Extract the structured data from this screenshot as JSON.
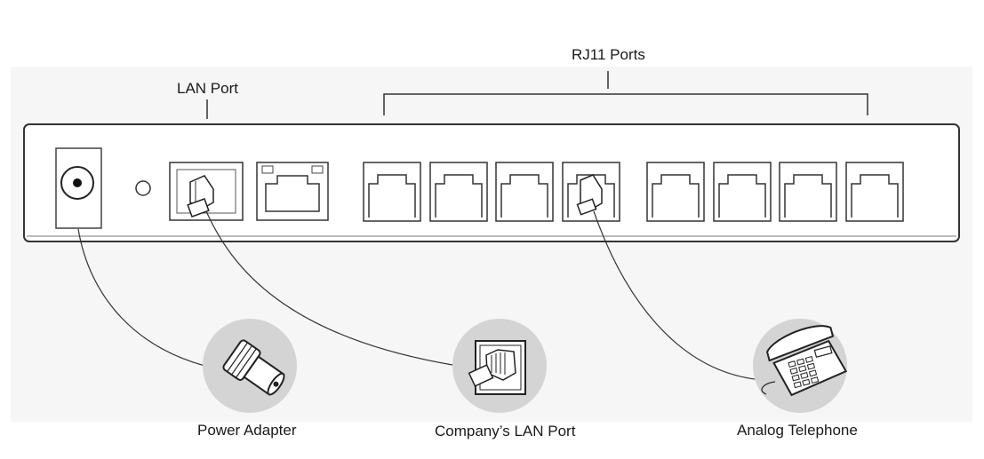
{
  "labels": {
    "lan_port": "LAN Port",
    "rj11_ports": "RJ11 Ports",
    "power_adapter": "Power Adapter",
    "company_lan_port": "Company’s LAN Port",
    "analog_telephone": "Analog Telephone"
  },
  "device": {
    "rj11_port_count": 8,
    "lan_port_count": 1,
    "connected_rj11_port_index": 3
  },
  "colors": {
    "outline": "#333333",
    "icon_circle": "#d4d4d4",
    "background_panel": "#f6f6f6"
  }
}
